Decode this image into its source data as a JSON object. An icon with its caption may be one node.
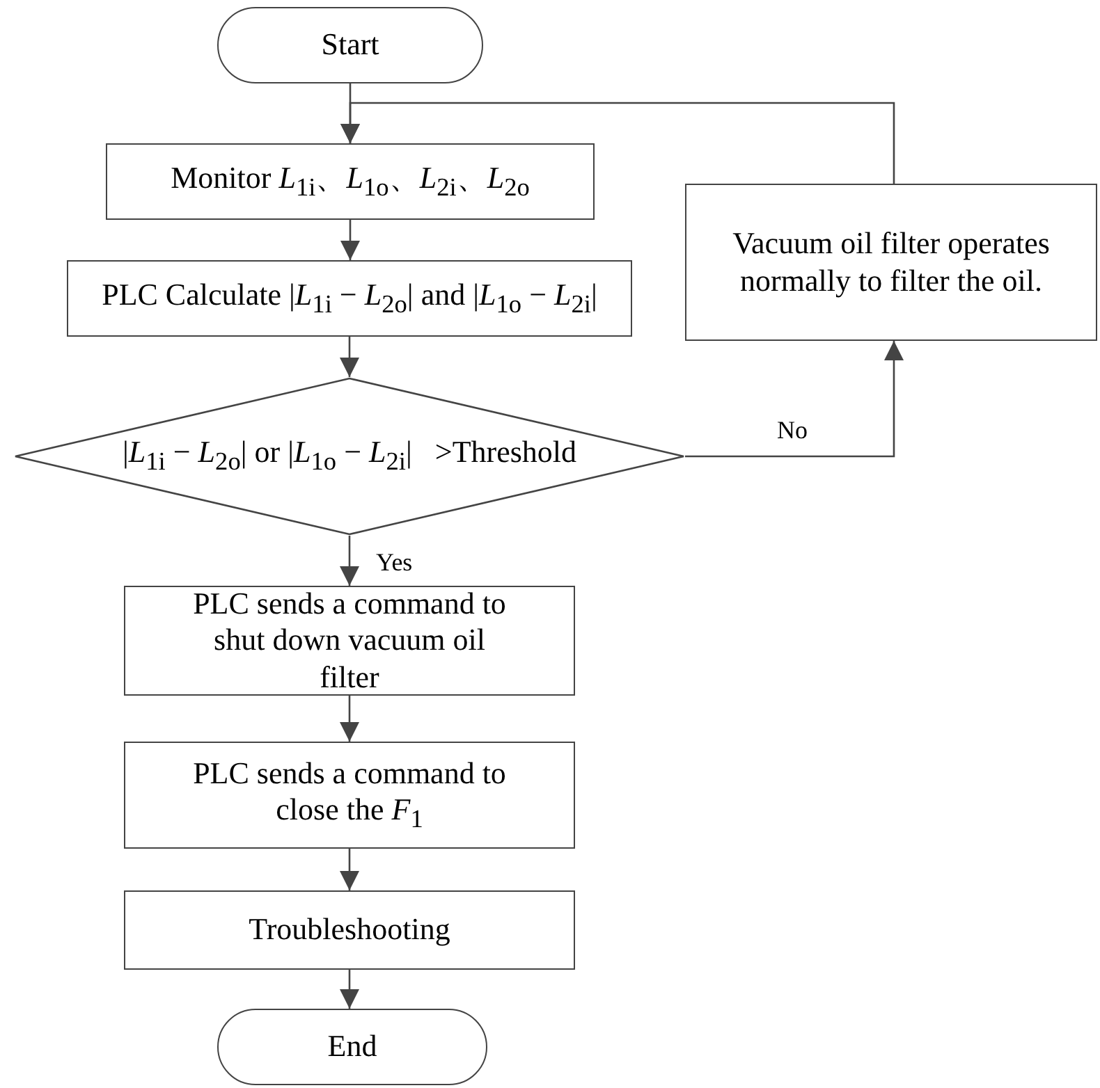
{
  "diagram": {
    "nodes": [
      {
        "text": [
          "Start"
        ]
      },
      {
        "text": [
          "Monitor *L*$_{1i}$、*L*$_{1o}$、*L*$_{2i}$、*L*$_{2o}$"
        ]
      },
      {
        "text": [
          "PLC Calculate |*L*$_{1i}$ − *L*$_{2o}$| and |*L*$_{1o}$ − *L*$_{2i}$|"
        ]
      },
      {
        "text": [
          "|*L*$_{1i}$ − *L*$_{2o}$| or |*L*$_{1o}$ − *L*$_{2i}$|   >Threshold"
        ]
      },
      {
        "text": [
          "Vacuum oil filter operates normally to filter the oil."
        ]
      },
      {
        "text": [
          "PLC sends a command to shut down vacuum oil filter"
        ]
      },
      {
        "text": [
          "PLC sends a command to close the *F*$_{1}$"
        ]
      },
      {
        "text": [
          "Troubleshooting"
        ]
      },
      {
        "text": [
          "End"
        ]
      }
    ],
    "edges": [
      {
        "from": 0,
        "to": 1,
        "arrow": "to"
      },
      {
        "from": 1,
        "to": 2,
        "arrow": "to"
      },
      {
        "from": 2,
        "to": 3,
        "arrow": "to"
      },
      {
        "from": 3,
        "to": 5,
        "arrow": "to",
        "label": "Yes"
      },
      {
        "from": 3,
        "to": 4,
        "arrow": "to",
        "label": "No"
      },
      {
        "from": 4,
        "to": 1,
        "arrow": "to"
      },
      {
        "from": 5,
        "to": 6,
        "arrow": "to"
      },
      {
        "from": 6,
        "to": 7,
        "arrow": "to"
      },
      {
        "from": 7,
        "to": 8,
        "arrow": "to"
      }
    ]
  }
}
